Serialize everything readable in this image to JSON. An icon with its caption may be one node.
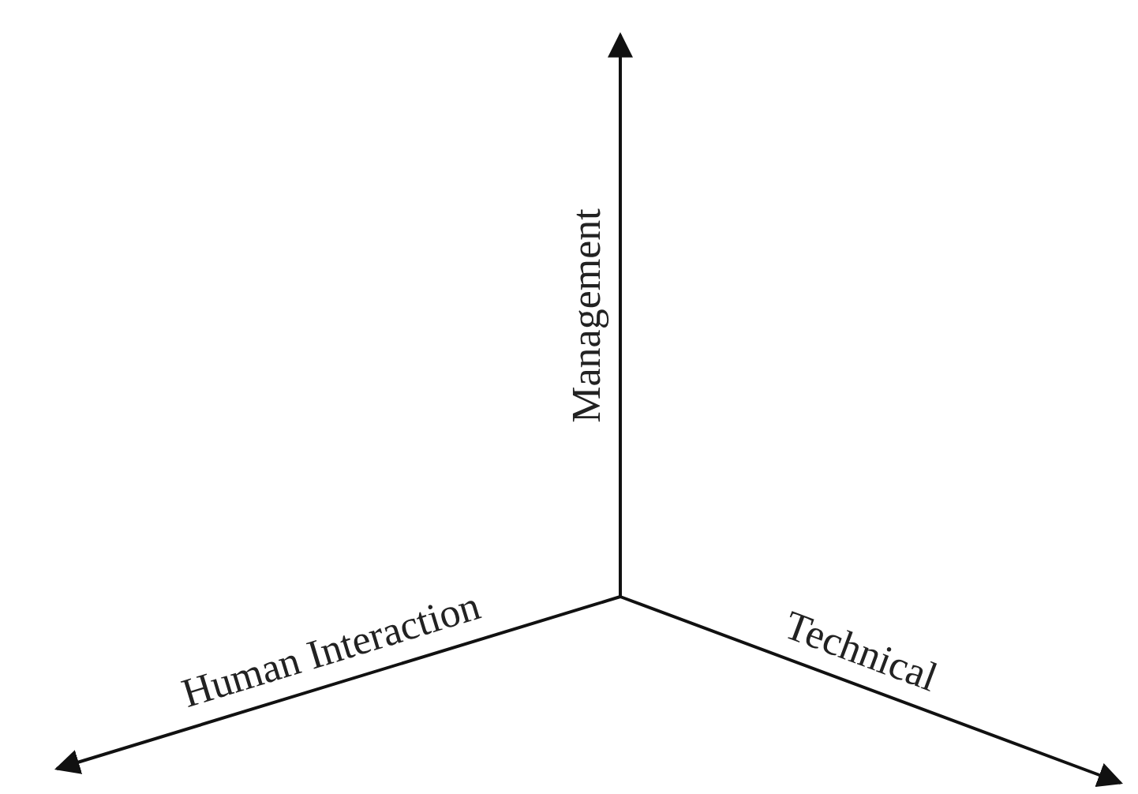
{
  "diagram": {
    "labels": [
      "Management",
      "Human Interaction",
      "Technical"
    ]
  }
}
